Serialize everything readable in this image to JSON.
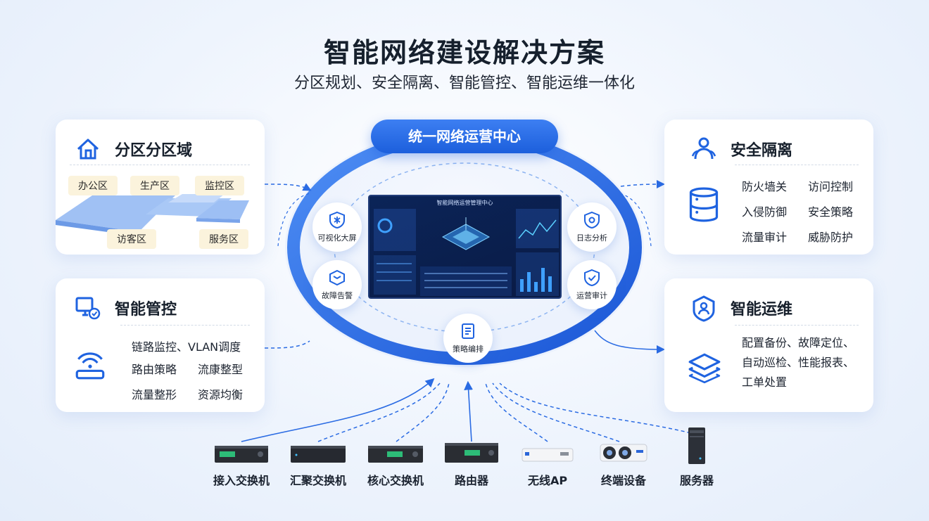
{
  "header": {
    "title": "智能网络建设解决方案",
    "subtitle": "分区规划、安全隔离、智能管控、智能运维一体化"
  },
  "center": {
    "label": "统一网络运营中心",
    "screen_title": "智能网络运营管理中心",
    "nodes": {
      "visual": "可视化大屏",
      "fault": "故障告警",
      "log": "日志分析",
      "audit": "运营审计",
      "policy": "策略编排"
    }
  },
  "zones": {
    "title": "分区分区域",
    "chips": [
      "办公区",
      "生产区",
      "监控区",
      "访客区",
      "服务区"
    ]
  },
  "security": {
    "title": "安全隔离",
    "items": [
      "防火墙关",
      "访问控制",
      "入侵防御",
      "安全策略",
      "流量审计",
      "威胁防护"
    ]
  },
  "control": {
    "title": "智能管控",
    "items": [
      "链路监控、VLAN调度",
      "路由策略",
      "流康整型",
      "流量整形",
      "资源均衡"
    ]
  },
  "ops": {
    "title": "智能运维",
    "lines": [
      "配置备份、故障定位、",
      "自动巡检、性能报表、",
      "工单处置"
    ]
  },
  "devices": [
    "接入交换机",
    "汇聚交换机",
    "核心交换机",
    "路由器",
    "无线AP",
    "终端设备",
    "服务器"
  ],
  "colors": {
    "accent": "#1f63e0",
    "ring": "#2d6fe6",
    "chip": "#fbf3dc"
  }
}
